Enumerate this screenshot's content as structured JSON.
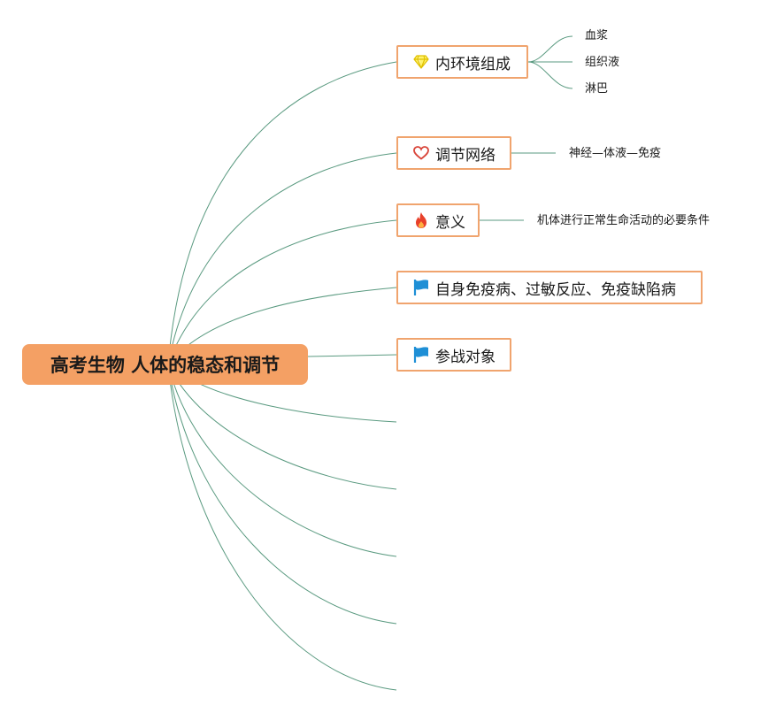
{
  "root": {
    "label": "高考生物 人体的稳态和调节"
  },
  "topics": [
    {
      "label": "内环境组成",
      "icon": "diamond-icon",
      "icon_color": "#f5d800"
    },
    {
      "label": "调节网络",
      "icon": "heart-icon",
      "icon_color": "#d9453a"
    },
    {
      "label": "意义",
      "icon": "fire-icon",
      "icon_color": "#e8402a"
    },
    {
      "label": "自身免疫病、过敏反应、免疫缺陷病",
      "icon": "flag-icon",
      "icon_color": "#1e8fd6"
    },
    {
      "label": "参战对象",
      "icon": "flag-icon",
      "icon_color": "#1e8fd6"
    }
  ],
  "subtopics": {
    "composition": [
      "血浆",
      "组织液",
      "淋巴"
    ],
    "network": "神经—体液—免疫",
    "significance": "机体进行正常生命活动的必要条件"
  },
  "colors": {
    "root_fill": "#f4a064",
    "topic_border": "#f0a46e",
    "connector": "#5a9a80"
  }
}
